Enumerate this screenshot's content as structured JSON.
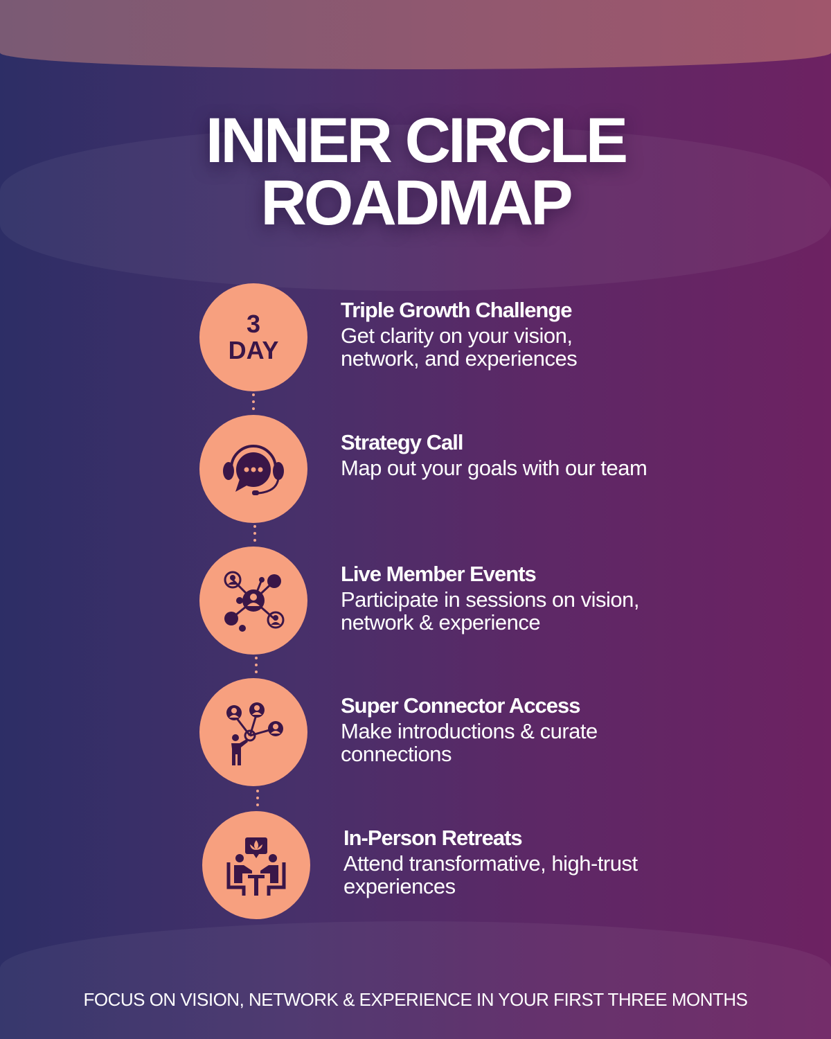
{
  "title": {
    "line1": "INNER CIRCLE",
    "line2": "ROADMAP"
  },
  "colors": {
    "circle": "#f7a07f",
    "icon": "#3a1648"
  },
  "steps": [
    {
      "badge_number": "3",
      "badge_unit": "DAY",
      "heading": "Triple Growth Challenge",
      "description": "Get clarity on your vision, network, and experiences"
    },
    {
      "icon": "headset-chat-icon",
      "heading": "Strategy Call",
      "description": "Map out your goals with our team"
    },
    {
      "icon": "network-people-icon",
      "heading": "Live Member Events",
      "description": "Participate in sessions on vision, network & experience"
    },
    {
      "icon": "connector-person-icon",
      "heading": "Super Connector Access",
      "description": "Make introductions & curate connections"
    },
    {
      "icon": "retreat-meeting-icon",
      "heading": "In-Person Retreats",
      "description": "Attend transformative, high-trust experiences"
    }
  ],
  "footer": "FOCUS ON VISION, NETWORK & EXPERIENCE IN YOUR FIRST THREE MONTHS"
}
